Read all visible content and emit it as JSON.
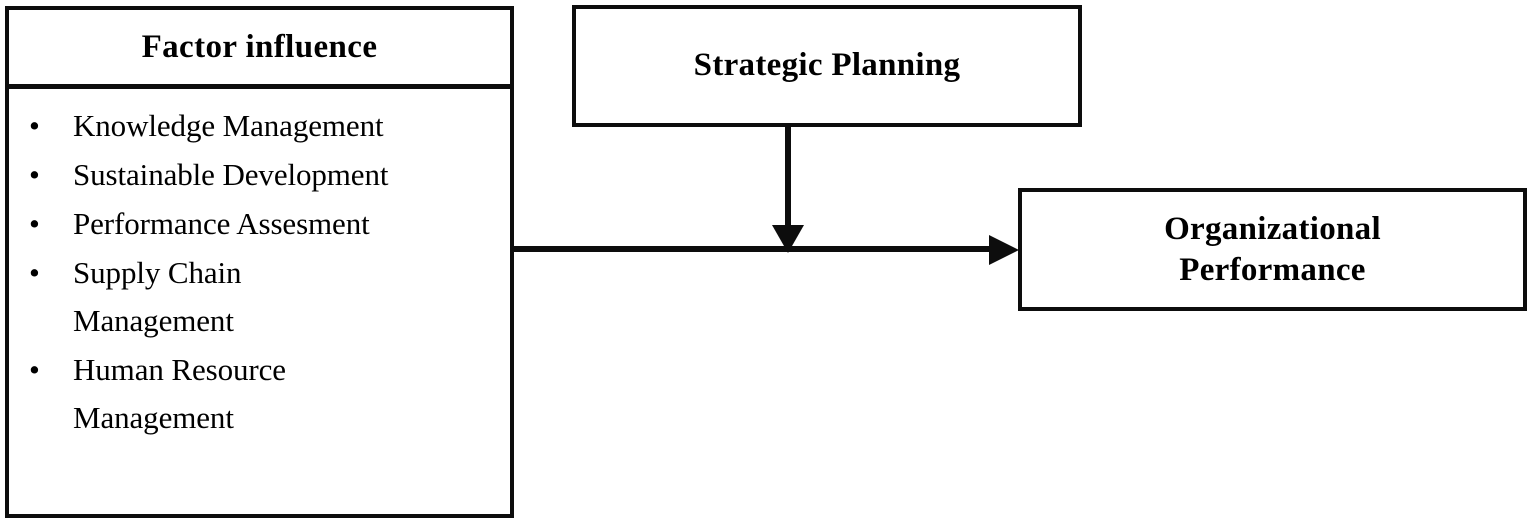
{
  "diagram": {
    "type": "conceptual-framework",
    "background_color": "#ffffff",
    "line_color": "#0d0d0d"
  },
  "factor_influence": {
    "title": "Factor influence",
    "bullet_glyph": "•",
    "items": [
      {
        "label": "Knowledge Management"
      },
      {
        "label": "Sustainable Development"
      },
      {
        "label": "Performance Assesment"
      },
      {
        "label": "Supply Chain\nManagement"
      },
      {
        "label": "Human Resource\nManagement"
      }
    ]
  },
  "strategic_planning": {
    "title": "Strategic Planning"
  },
  "organizational_performance": {
    "title": "Organizational\nPerformance"
  },
  "connectors": {
    "factor_to_performance": "arrow-right",
    "strategic_to_link": "arrow-down"
  }
}
